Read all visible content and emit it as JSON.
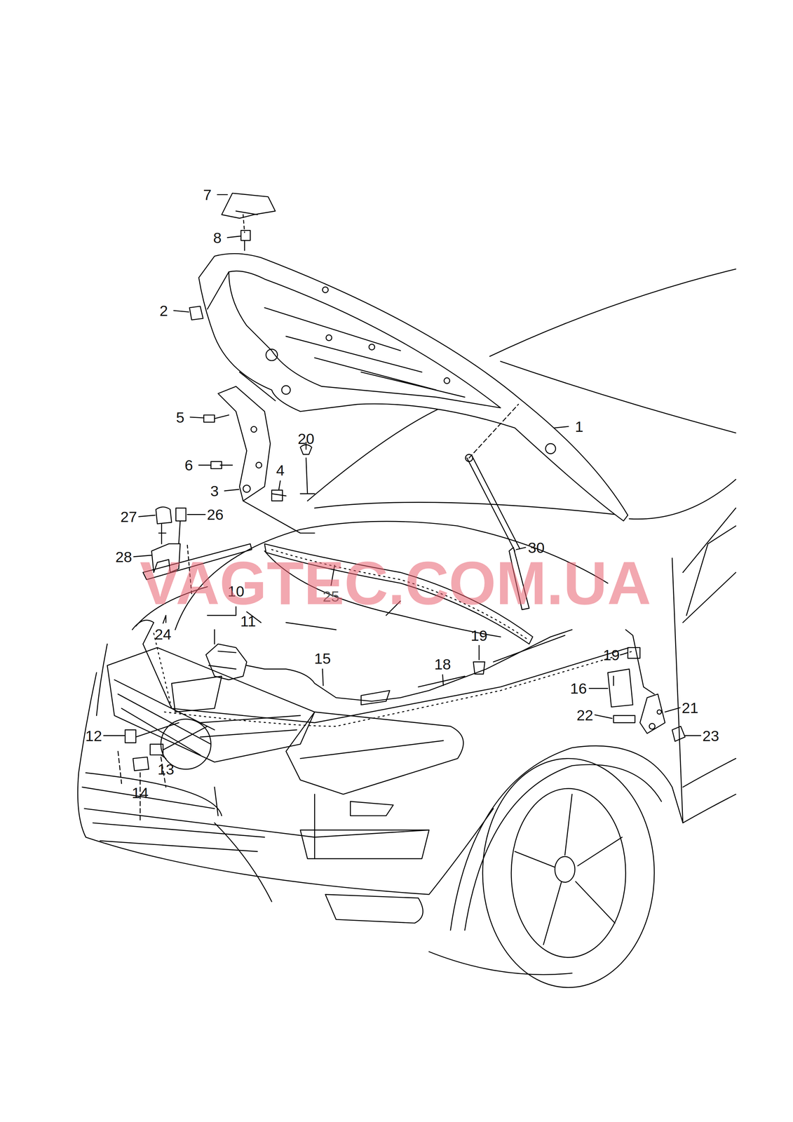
{
  "diagram": {
    "labels": [
      "7",
      "8",
      "2",
      "1",
      "5",
      "6",
      "20",
      "4",
      "3",
      "27",
      "26",
      "28",
      "30",
      "10",
      "11",
      "25",
      "24",
      "15",
      "18",
      "19",
      "19",
      "16",
      "21",
      "22",
      "23",
      "12",
      "13",
      "14",
      "VAGTEC.COM.UA"
    ]
  }
}
